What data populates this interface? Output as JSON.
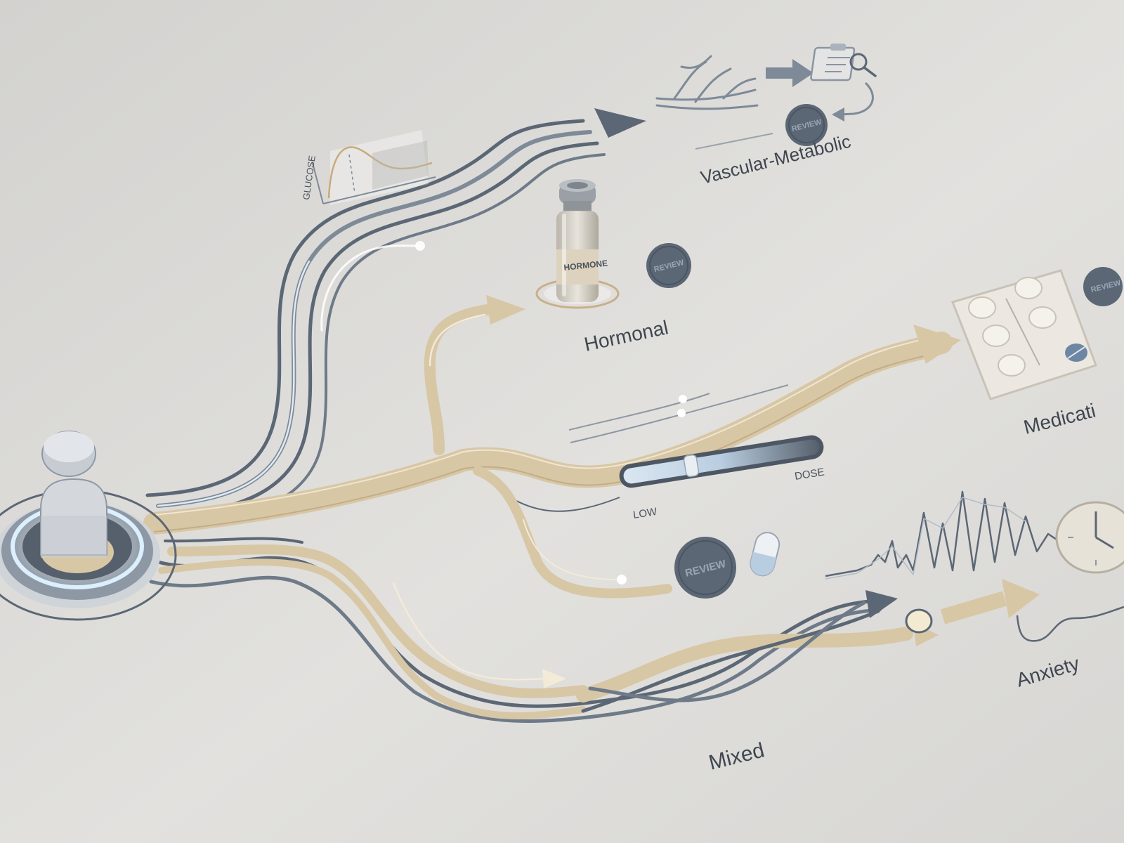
{
  "labels": {
    "vascular": "Vascular-Metabolic",
    "hormonal": "Hormonal",
    "medication": "Medicati",
    "anxiety": "Anxiety",
    "mixed": "Mixed"
  },
  "vial_label": "HORMONE",
  "glucose_axis": "GLUCOSE",
  "review_badge": "REVIEW",
  "slider": {
    "low": "LOW",
    "high": "DOSE",
    "level": 0.38
  },
  "colors": {
    "background": "#dcdbd8",
    "slate": "#5c6775",
    "beige": "#d8c7a5",
    "glow": "#eaf4ff",
    "label": "#3f4650"
  }
}
